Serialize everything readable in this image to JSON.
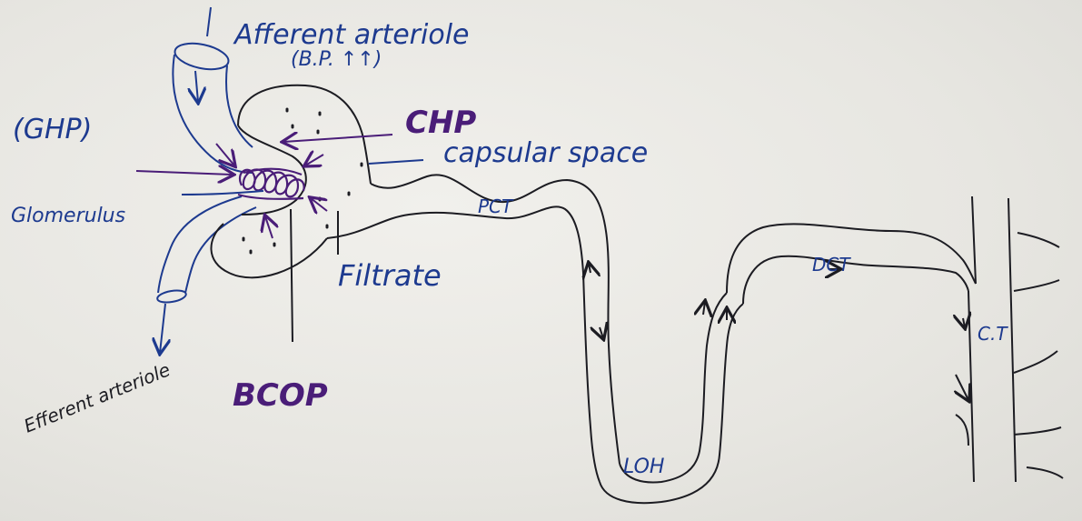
{
  "labels": {
    "afferent": "Afferent arteriole",
    "bp": "(B.P. ↑↑)",
    "ghp": "(GHP)",
    "chp": "CHP",
    "capsular": "capsular space",
    "glomerulus": "Glomerulus",
    "filtrate": "Filtrate",
    "efferent": "Efferent arteriole",
    "bcop": "BCOP",
    "pct": "PCT",
    "dct": "DCT",
    "loh": "LOH",
    "ct": "C.T"
  },
  "colors": {
    "ink_blue": "#1d3a8f",
    "ink_purple": "#4a1d78",
    "ink_black": "#1c1c22"
  }
}
